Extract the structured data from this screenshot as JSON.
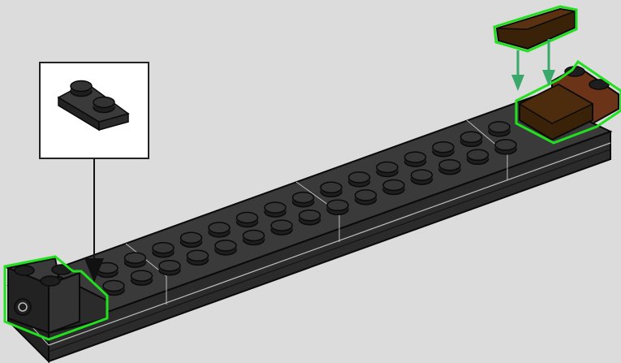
{
  "colors": {
    "background": "#dcdcdc",
    "brick_top": "#3a3a3a",
    "brick_side": "#2b2b2b",
    "brick_dark": "#1e1e1e",
    "outline": "#0a0a0a",
    "edge_highlight": "#bdbdbd",
    "highlight_green": "#22e01e",
    "arrow_green": "#3aa86a",
    "arrow_black": "#111111",
    "brown_light": "#6b3418",
    "brown_dark": "#3a2208",
    "callout_bg": "#ffffff"
  },
  "callout": {
    "part": "plate-1x2-dark-gray",
    "quantity_label": ""
  },
  "assembly": {
    "base": "plate-long-dark-gray",
    "new_parts": [
      "brick-1x1-with-stud-on-side",
      "slope-1x2-brown"
    ]
  }
}
